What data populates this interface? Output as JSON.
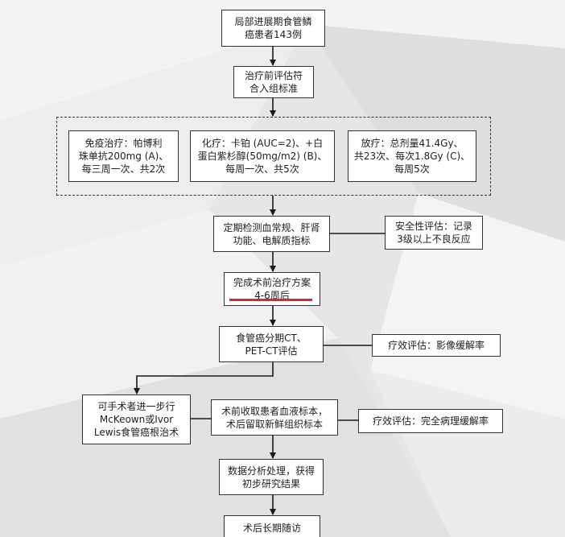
{
  "flowchart": {
    "nodes": {
      "patients": {
        "lines": [
          "局部进展期食管鳞",
          "癌患者143例"
        ]
      },
      "eligibility": {
        "lines": [
          "治疗前评估符",
          "合入组标准"
        ]
      },
      "treatment_group": {
        "immunotherapy": {
          "lines": [
            "免疫治疗：帕博利",
            "珠单抗200mg (A)、",
            "每三周一次、共2次"
          ]
        },
        "chemotherapy": {
          "lines": [
            "化疗：卡铂 (AUC=2)、+白",
            "蛋白紫杉醇(50mg/m2) (B)、",
            "每周一次、共5次"
          ]
        },
        "radiotherapy": {
          "lines": [
            "放疗：总剂量41.4Gy、",
            "共23次、每次1.8Gy (C)、",
            "每周5次"
          ]
        }
      },
      "monitoring": {
        "lines": [
          "定期检测血常规、肝肾",
          "功能、电解质指标"
        ]
      },
      "safety": {
        "lines": [
          "安全性评估：记录",
          "3级以上不良反应"
        ]
      },
      "complete": {
        "lines": [
          "完成术前治疗方案",
          "4-6周后"
        ]
      },
      "staging": {
        "lines": [
          "食管癌分期CT、",
          "PET-CT评估"
        ]
      },
      "imaging_response": {
        "lines": [
          "疗效评估：影像缓解率"
        ]
      },
      "surgery": {
        "lines": [
          "可手术者进一步行",
          "McKeown或Ivor",
          "Lewis食管癌根治术"
        ]
      },
      "samples": {
        "lines": [
          "术前收取患者血液标本，",
          "术后留取新鲜组织标本"
        ]
      },
      "pathology_response": {
        "lines": [
          "疗效评估：完全病理缓解率"
        ]
      },
      "analysis": {
        "lines": [
          "数据分析处理，获得",
          "初步研究结果"
        ]
      },
      "followup": {
        "lines": [
          "术后长期随访"
        ]
      }
    },
    "colors": {
      "background": "#e6e6e6",
      "border": "#333333",
      "text": "#1e1e1e",
      "highlight": "#e0262c"
    }
  }
}
